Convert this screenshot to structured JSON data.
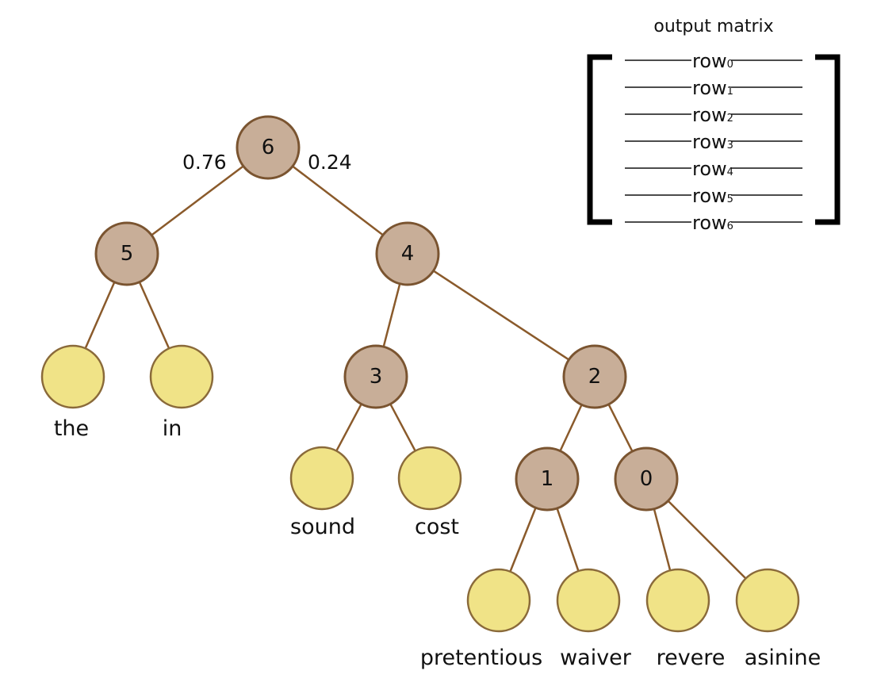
{
  "tree": {
    "inner_nodes": [
      {
        "id": "6",
        "label": "6"
      },
      {
        "id": "5",
        "label": "5"
      },
      {
        "id": "4",
        "label": "4"
      },
      {
        "id": "3",
        "label": "3"
      },
      {
        "id": "2",
        "label": "2"
      },
      {
        "id": "1",
        "label": "1"
      },
      {
        "id": "0",
        "label": "0"
      }
    ],
    "leaves": [
      {
        "id": "the",
        "word": "the",
        "parent": "5"
      },
      {
        "id": "in",
        "word": "in",
        "parent": "5"
      },
      {
        "id": "sound",
        "word": "sound",
        "parent": "3"
      },
      {
        "id": "cost",
        "word": "cost",
        "parent": "3"
      },
      {
        "id": "pretentious",
        "word": "pretentious",
        "parent": "1"
      },
      {
        "id": "waiver",
        "word": "waiver",
        "parent": "1"
      },
      {
        "id": "revere",
        "word": "revere",
        "parent": "0"
      },
      {
        "id": "asinine",
        "word": "asinine",
        "parent": "0"
      }
    ],
    "edges": [
      [
        "6",
        "5"
      ],
      [
        "6",
        "4"
      ],
      [
        "4",
        "3"
      ],
      [
        "4",
        "2"
      ],
      [
        "2",
        "1"
      ],
      [
        "2",
        "0"
      ]
    ],
    "edge_labels": {
      "left": "0.76",
      "right": "0.24"
    }
  },
  "matrix": {
    "title": "output matrix",
    "rows": [
      {
        "base": "row",
        "sub": "0"
      },
      {
        "base": "row",
        "sub": "1"
      },
      {
        "base": "row",
        "sub": "2"
      },
      {
        "base": "row",
        "sub": "3"
      },
      {
        "base": "row",
        "sub": "4"
      },
      {
        "base": "row",
        "sub": "5"
      },
      {
        "base": "row",
        "sub": "6"
      }
    ]
  },
  "colors": {
    "inner_fill": "#c8ae98",
    "leaf_fill": "#f0e387",
    "edge": "#8a5a2b"
  }
}
